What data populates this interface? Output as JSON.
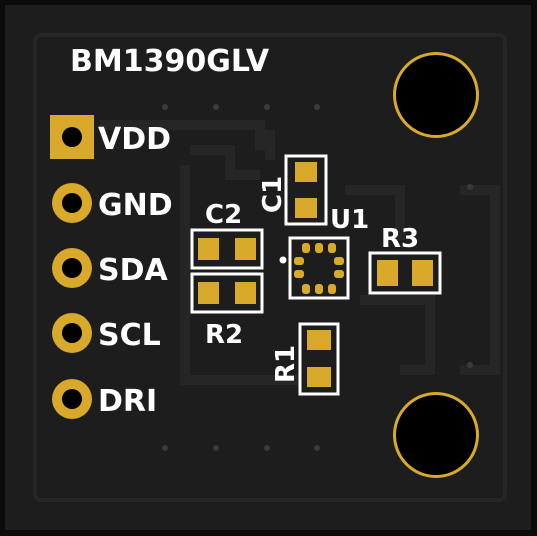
{
  "board": {
    "title": "BM1390GLV",
    "colors": {
      "outer": "#0b0b0b",
      "board": "#1d1d1d",
      "trace": "#262626",
      "pad": "#d8a92a",
      "silkscreen": "#ffffff",
      "hole": "#000000"
    }
  },
  "pins": [
    {
      "label": "VDD",
      "shape": "square"
    },
    {
      "label": "GND",
      "shape": "round"
    },
    {
      "label": "SDA",
      "shape": "round"
    },
    {
      "label": "SCL",
      "shape": "round"
    },
    {
      "label": "DRI",
      "shape": "round"
    }
  ],
  "components": {
    "c1": "C1",
    "c2": "C2",
    "u1": "U1",
    "r1": "R1",
    "r2": "R2",
    "r3": "R3"
  },
  "mounting_holes": [
    "mounting-hole-top",
    "mounting-hole-bottom"
  ]
}
